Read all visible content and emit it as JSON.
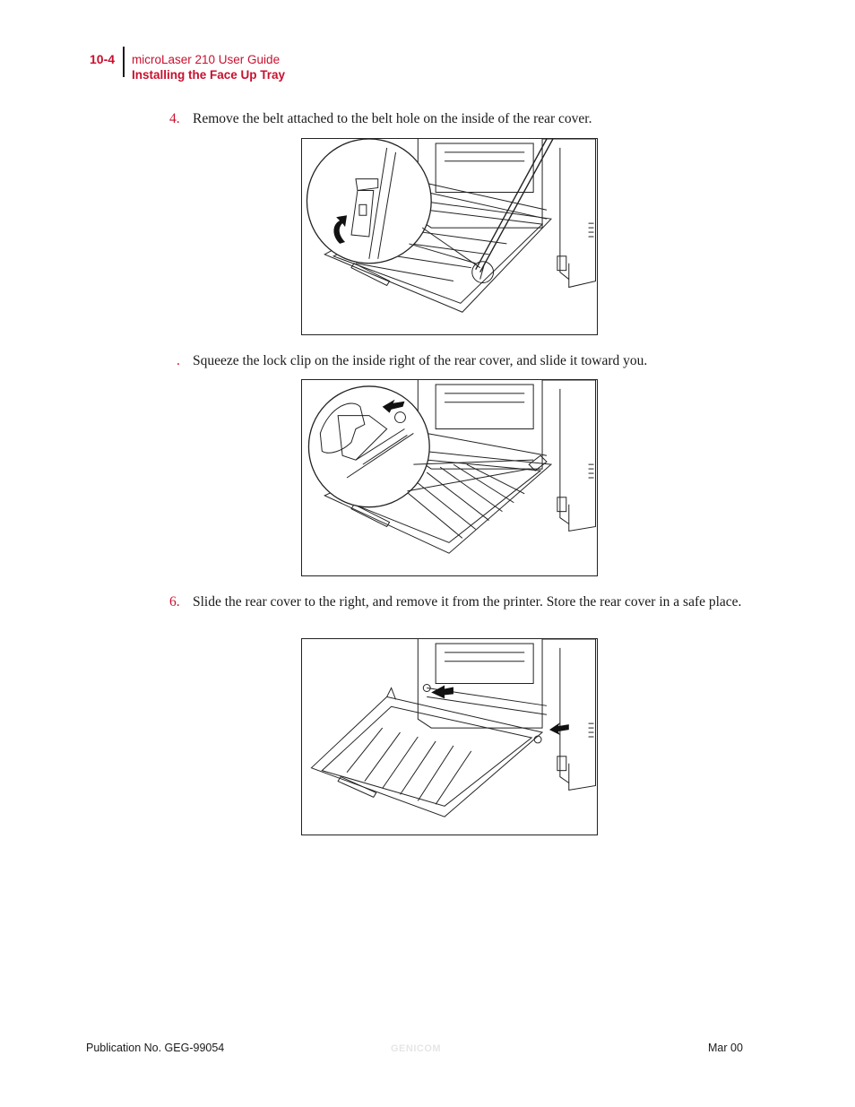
{
  "header": {
    "page_number": "10-4",
    "guide_title": "microLaser 210 User Guide",
    "section_title": "Installing the Face Up Tray"
  },
  "steps": [
    {
      "number": "4.",
      "text": "Remove the belt attached to the belt hole on the inside of the rear cover."
    },
    {
      "number": ".",
      "text": "Squeeze the lock clip on the inside right of the rear cover, and slide it toward you."
    },
    {
      "number": "6.",
      "text": "Slide the rear cover to the right, and remove it from the printer.  Store the rear cover in a safe place."
    }
  ],
  "footer": {
    "publication": "Publication No. GEG-99054",
    "logo_text": "GENICOM",
    "date": "Mar 00"
  }
}
